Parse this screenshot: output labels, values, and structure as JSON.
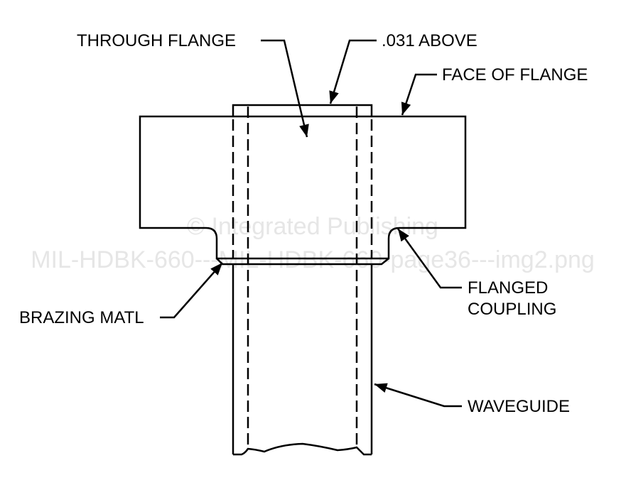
{
  "labels": {
    "through_flange": "THROUGH FLANGE",
    "above": ".031 ABOVE",
    "face_of_flange": "FACE OF FLANGE",
    "brazing": "BRAZING MATL",
    "flanged_line1": "FLANGED",
    "flanged_line2": "COUPLING",
    "waveguide": "WAVEGUIDE"
  },
  "watermark": {
    "line1": "© Integrated Publishing",
    "line2": "MIL-HDBK-660---MIL-HDBK-660-page36---img2.png"
  }
}
